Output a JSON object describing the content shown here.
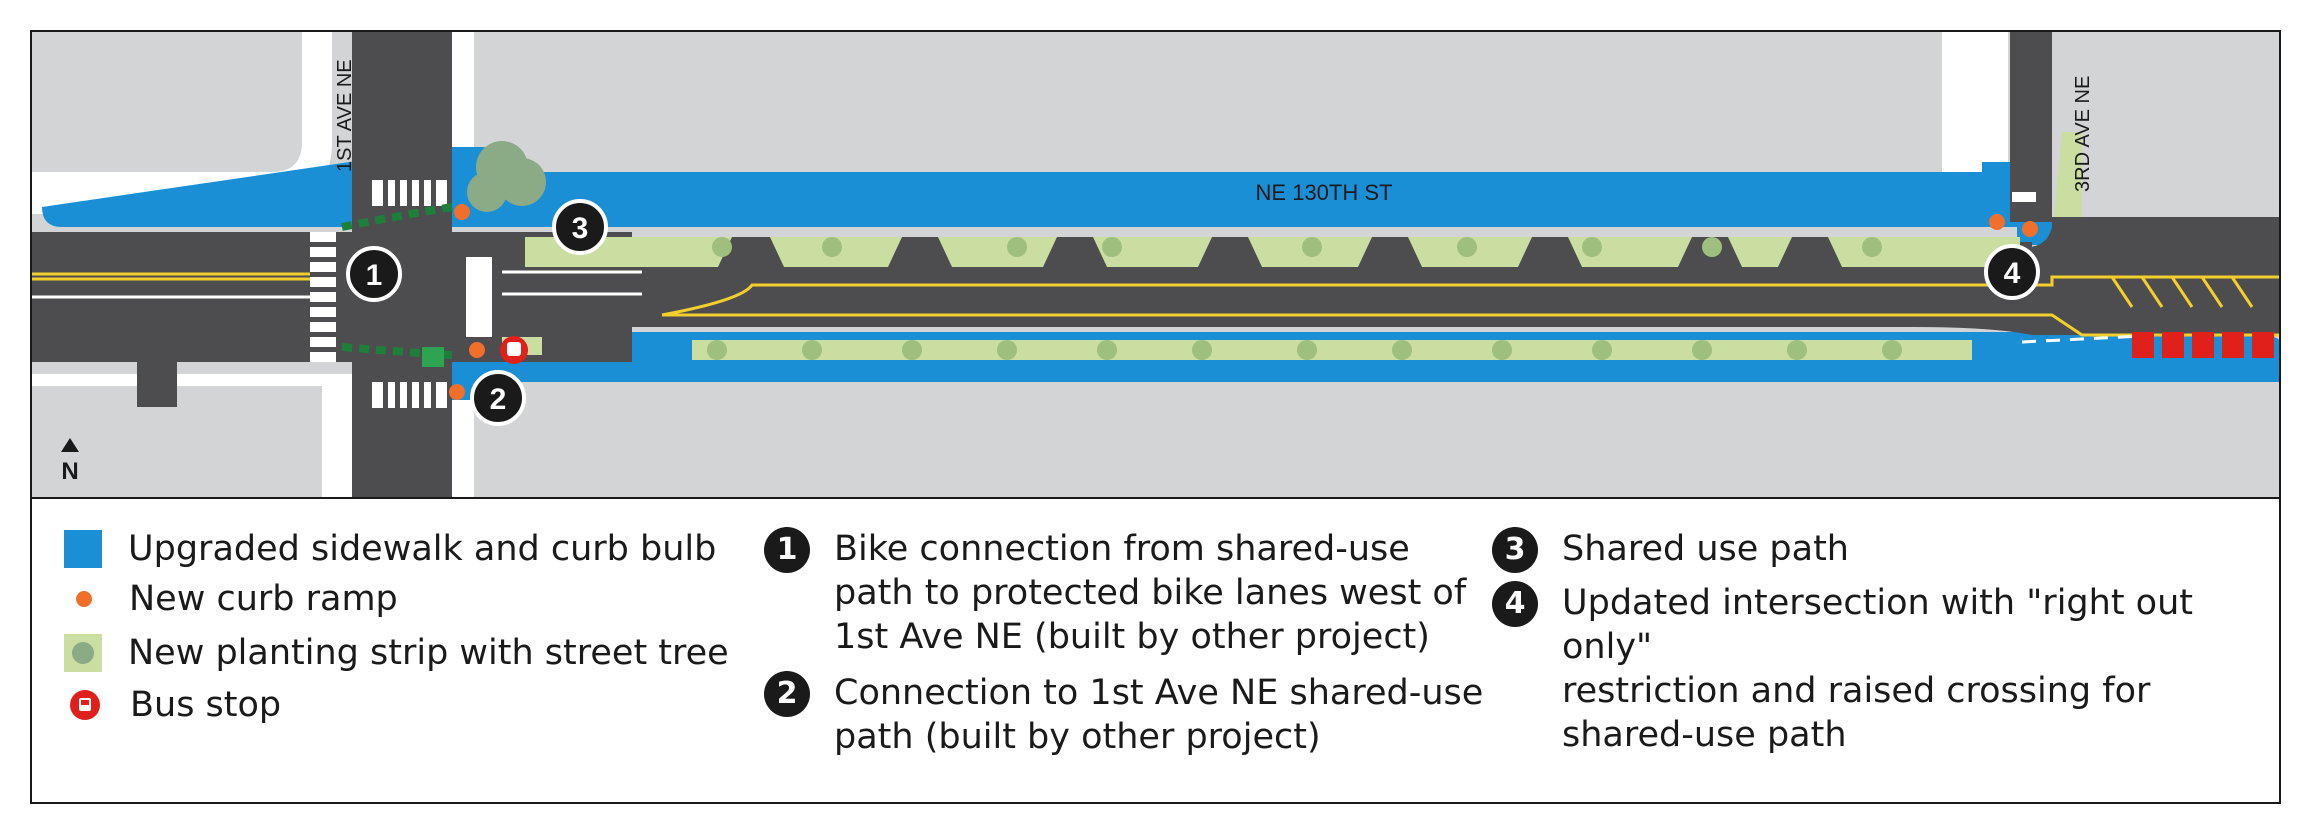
{
  "map": {
    "streets": {
      "main": "NE 130TH ST",
      "west_cross": "1ST AVE NE",
      "east_cross": "3RD AVE NE"
    },
    "north_arrow": "N",
    "markers": [
      "1",
      "2",
      "3",
      "4"
    ]
  },
  "legend": {
    "symbols": [
      {
        "icon": "sidewalk-swatch",
        "color": "#1b8fd6",
        "label": "Upgraded sidewalk and curb bulb"
      },
      {
        "icon": "curb-ramp-dot",
        "color": "#f26e2b",
        "label": "New curb ramp"
      },
      {
        "icon": "planting-strip-swatch",
        "color": "#c9dea0",
        "label": "New planting strip with street tree"
      },
      {
        "icon": "bus-stop-icon",
        "color": "#e0201b",
        "label": "Bus stop"
      }
    ],
    "notes": [
      {
        "number": "1",
        "lines": [
          "Bike connection from shared-use",
          "path to protected bike lanes west of",
          "1st Ave NE (built by other project)"
        ]
      },
      {
        "number": "2",
        "lines": [
          "Connection to 1st Ave NE shared-use",
          "path (built by other project)"
        ]
      },
      {
        "number": "3",
        "lines": [
          "Shared use path"
        ]
      },
      {
        "number": "4",
        "lines": [
          "Updated intersection with \"right out only\"",
          "restriction and raised crossing for",
          "shared-use path"
        ]
      }
    ]
  }
}
